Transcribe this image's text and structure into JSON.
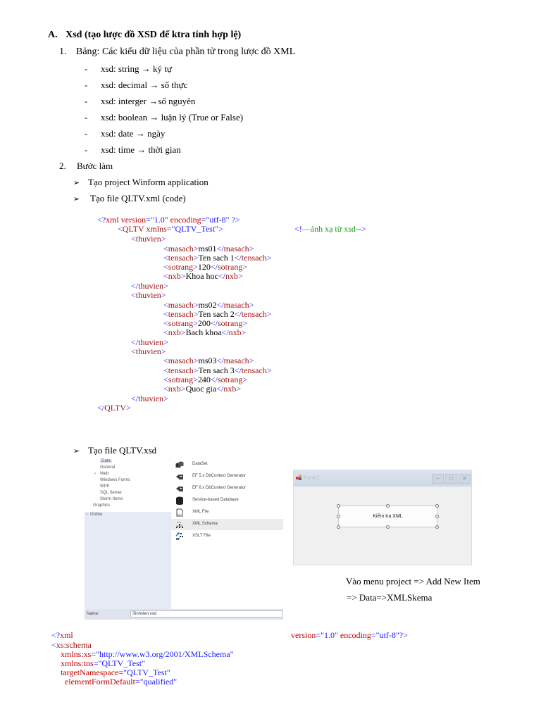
{
  "section_a": {
    "marker": "A.",
    "title": "Xsd (tạo lược đồ XSD để ktra tính hợp lệ)"
  },
  "item1": {
    "number": "1.",
    "title": "Bảng: Các kiểu dữ liệu của phần tử trong lược đồ XML",
    "types": [
      {
        "bullet": "-",
        "text": "xsd: string  → ký tự"
      },
      {
        "bullet": "-",
        "text": "xsd: decimal → số thực"
      },
      {
        "bullet": "-",
        "text": "xsd: interger →số nguyên"
      },
      {
        "bullet": "-",
        "text": "xsd: boolean → luận lý (True or False)"
      },
      {
        "bullet": "-",
        "text": "xsd: date → ngày"
      },
      {
        "bullet": "-",
        "text": "xsd: time → thời gian"
      }
    ]
  },
  "item2": {
    "number": "2.",
    "title": "Bước làm",
    "steps": [
      {
        "bullet": "➢",
        "text": "Tạo project Winform application"
      },
      {
        "bullet": "➢",
        "text": "Tạo file QLTV.xml (code)"
      },
      {
        "bullet": "➢",
        "text": "Tạo file QLTV.xsd"
      }
    ]
  },
  "xml_code": {
    "decl": {
      "open": "<?",
      "name": "xml version",
      "eq1": "=\"1.0\" ",
      "enc": "encoding",
      "eq2": "=\"utf-8\" ?>"
    },
    "root_open": {
      "lt": "<",
      "tag": "QLTV xmlns",
      "val": "=\"QLTV_Test\">"
    },
    "comment": {
      "open": "<!",
      "text": "—ánh xạ từ xsd-",
      "close": "->"
    },
    "root_close": "</QLTV>",
    "books": [
      {
        "masach": "ms01",
        "tensach": "Ten sach 1",
        "sotrang": "120",
        "nxb": "Khoa hoc"
      },
      {
        "masach": "ms02",
        "tensach": "Ten sach 2",
        "sotrang": "200",
        "nxb": "Bach khoa"
      },
      {
        "masach": "ms03",
        "tensach": "Ten sach 3",
        "sotrang": "240",
        "nxb": "Quoc gia"
      }
    ],
    "tags": {
      "group": "thuvien",
      "masach": "masach",
      "tensach": "tensach",
      "sotrang": "sotrang",
      "nxb": "nxb"
    }
  },
  "vs_dialog": {
    "tree": [
      "Data",
      "General",
      "Web",
      "Windows Forms",
      "WPF",
      "SQL Server",
      "Storm Items",
      "Graphics",
      "Online"
    ],
    "tree_expander": "›",
    "templates": [
      {
        "icon": "dataset-icon",
        "label": "DataSet"
      },
      {
        "icon": "ef-generator-icon",
        "label": "EF 5.x DbContext Generator"
      },
      {
        "icon": "ef-generator-icon",
        "label": "EF 6.x DbContext Generator"
      },
      {
        "icon": "database-icon",
        "label": "Service-based Database"
      },
      {
        "icon": "xml-file-icon",
        "label": "XML File"
      },
      {
        "icon": "xml-schema-icon",
        "label": "XML Schema"
      },
      {
        "icon": "xslt-file-icon",
        "label": "XSLT File"
      }
    ],
    "selected_template": "XML Schema",
    "name_label": "Name:",
    "name_value": "Sinhvien.xsd"
  },
  "form1": {
    "title": "Form1",
    "button_label": "Kiểm tra XML",
    "minimize": "–",
    "maximize": "□",
    "close": "✕"
  },
  "caption": {
    "line1": "Vào menu project => Add New Item",
    "line2": " => Data=>XMLSkema"
  },
  "xsd_code": {
    "decl_open": "<?xml",
    "decl_rest": "version=\"1.0\" encoding=\"utf-8\"?>",
    "decl_version_attr": "version",
    "decl_version_val": "=\"1.0\" ",
    "decl_enc_attr": "encoding",
    "decl_enc_val": "=\"utf-8\"?>",
    "schema_lt": "<",
    "schema_tag": "xs:schema",
    "attrs": [
      {
        "name": "xmlns:xs",
        "value": "=\"http://www.w3.org/2001/XMLSchema\""
      },
      {
        "name": "xmlns:tns",
        "value": "=\"QLTV_Test\""
      },
      {
        "name": "targetNamespace",
        "value": "=\"QLTV_Test\""
      },
      {
        "name": "elementFormDefault",
        "value": "=\"qualified\""
      }
    ]
  },
  "colors": {
    "xml_delimiter": "#1a1aff",
    "xml_tag": "#a31515",
    "xml_attr": "#ff0000",
    "xml_comment": "#1a9a1a"
  }
}
